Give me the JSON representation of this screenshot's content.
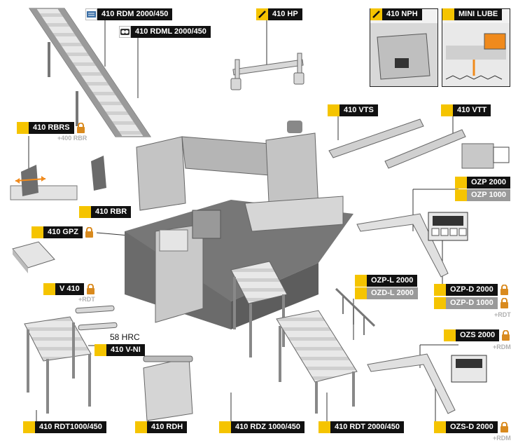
{
  "labels": {
    "rdm": "410 RDM 2000/450",
    "rdml": "410 RDML 2000/450",
    "hp": "410 HP",
    "nph": "410 NPH",
    "minilube": "MINI LUBE",
    "rbrs": "410 RBRS",
    "rbrs_sub": "+400 RBR",
    "vts": "410 VTS",
    "vtt": "410 VTT",
    "rbr": "410 RBR",
    "ozp2000": "OZP 2000",
    "ozp1000": "OZP 1000",
    "gpz": "410 GPZ",
    "ozpl2000": "OZP-L 2000",
    "ozdl2000": "OZD-L 2000",
    "v410": "V 410",
    "v410_sub": "+RDT",
    "ozpd2000": "OZP-D 2000",
    "ozpd1000": "OZP-D 1000",
    "ozpd_sub": "+RDT",
    "hrc": "58 HRC",
    "vni": "410 V-NI",
    "ozs2000": "OZS 2000",
    "ozs_sub": "+RDM",
    "rdt1000": "410 RDT1000/450",
    "rdh": "410 RDH",
    "rdz1000": "410 RDZ 1000/450",
    "rdt2000": "410 RDT 2000/450",
    "ozsd2000": "OZS-D 2000",
    "ozsd_sub": "+RDM"
  },
  "colors": {
    "accent_yellow": "#f5c400",
    "label_black": "#111111",
    "label_grey": "#9a9a9a",
    "lock_orange": "#d98a1e",
    "machine_grey": "#8a8a8a",
    "orange_arrow": "#f08a1c"
  },
  "icons": {
    "rdm": "roller-table-icon",
    "rdml": "measuring-tape-icon",
    "hp": "pen-icon",
    "nph": "pen-icon",
    "lock": "padlock-icon"
  }
}
